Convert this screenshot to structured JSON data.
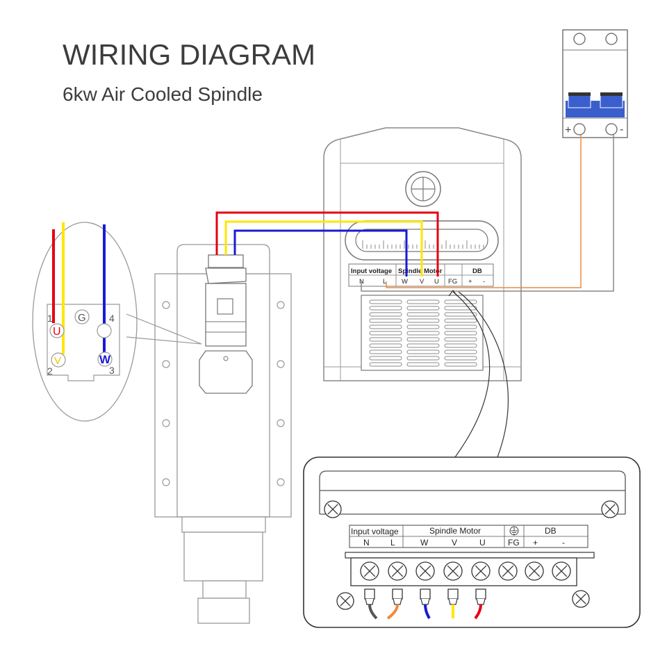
{
  "header": {
    "title": "WIRING DIAGRAM",
    "subtitle": "6kw Air Cooled Spindle"
  },
  "breaker": {
    "plus_label": "+",
    "minus_label": "-"
  },
  "connector_pins": {
    "pin1_number": "1",
    "pin2_number": "2",
    "pin3_number": "3",
    "pin4_number": "4",
    "ground_letter": "G",
    "u_letter": "U",
    "v_letter": "V",
    "w_letter": "W"
  },
  "vfd_small_panel": {
    "input_voltage": "Input voltage",
    "spindle_motor": "Spindle Motor",
    "db": "DB",
    "terminals": [
      "N",
      "L",
      "W",
      "V",
      "U",
      "FG",
      "+",
      "-"
    ]
  },
  "vfd_zoom_panel": {
    "input_voltage": "Input voltage",
    "spindle_motor": "Spindle Motor",
    "db": "DB",
    "terminals": [
      "N",
      "L",
      "W",
      "V",
      "U",
      "FG",
      "+",
      "-"
    ]
  },
  "colors": {
    "u_wire": "#e60012",
    "v_wire": "#ffe600",
    "w_wire": "#1a1ad6",
    "live_wire": "#f08a3c",
    "neutral_wire": "#555555",
    "breaker_body": "#3a5fcd",
    "outline": "#9a9a9a",
    "dark_outline": "#333333"
  }
}
